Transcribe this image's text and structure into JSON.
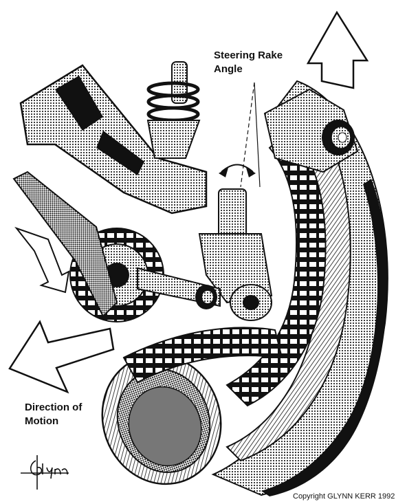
{
  "labels": {
    "rake_line1": "Steering Rake",
    "rake_line2": "Angle",
    "direction_line1": "Direction of",
    "direction_line2": "Motion"
  },
  "signature": "Glynn",
  "copyright": "Copyright  GLYNN KERR  1992",
  "colors": {
    "ink": "#111111",
    "paper": "#ffffff",
    "halftone": "#8a8a8a"
  }
}
